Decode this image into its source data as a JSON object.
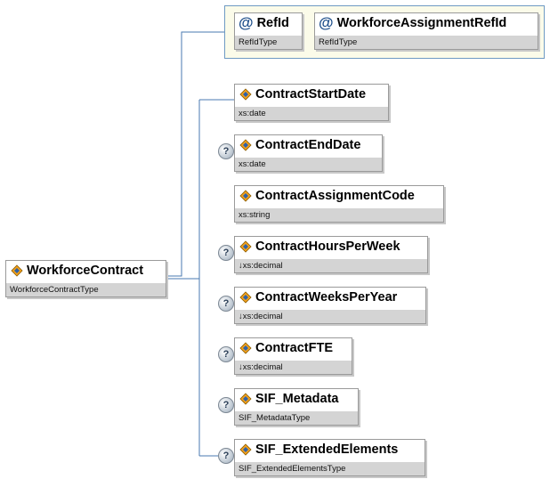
{
  "root": {
    "name": "WorkforceContract",
    "type": "WorkforceContractType",
    "icon": "element-icon"
  },
  "attributes": [
    {
      "name": "RefId",
      "type": "RefIdType",
      "icon": "attribute-icon"
    },
    {
      "name": "WorkforceAssignmentRefId",
      "type": "RefIdType",
      "icon": "attribute-icon"
    }
  ],
  "children": [
    {
      "name": "ContractStartDate",
      "type": "xs:date",
      "optional": false,
      "icon": "element-icon"
    },
    {
      "name": "ContractEndDate",
      "type": "xs:date",
      "optional": true,
      "icon": "element-icon"
    },
    {
      "name": "ContractAssignmentCode",
      "type": "xs:string",
      "optional": false,
      "icon": "element-icon"
    },
    {
      "name": "ContractHoursPerWeek",
      "type": "↓xs:decimal",
      "optional": true,
      "icon": "element-icon"
    },
    {
      "name": "ContractWeeksPerYear",
      "type": "↓xs:decimal",
      "optional": true,
      "icon": "element-icon"
    },
    {
      "name": "ContractFTE",
      "type": "↓xs:decimal",
      "optional": true,
      "icon": "element-icon"
    },
    {
      "name": "SIF_Metadata",
      "type": "SIF_MetadataType",
      "optional": true,
      "icon": "element-icon"
    },
    {
      "name": "SIF_ExtendedElements",
      "type": "SIF_ExtendedElementsType",
      "optional": true,
      "icon": "element-icon"
    }
  ],
  "optional_marker": "?",
  "attribute_marker": "@",
  "colors": {
    "connector": "#4a7ab0",
    "attribute_group_bg": "#fbfbe9",
    "type_bar": "#d4d4d4"
  }
}
